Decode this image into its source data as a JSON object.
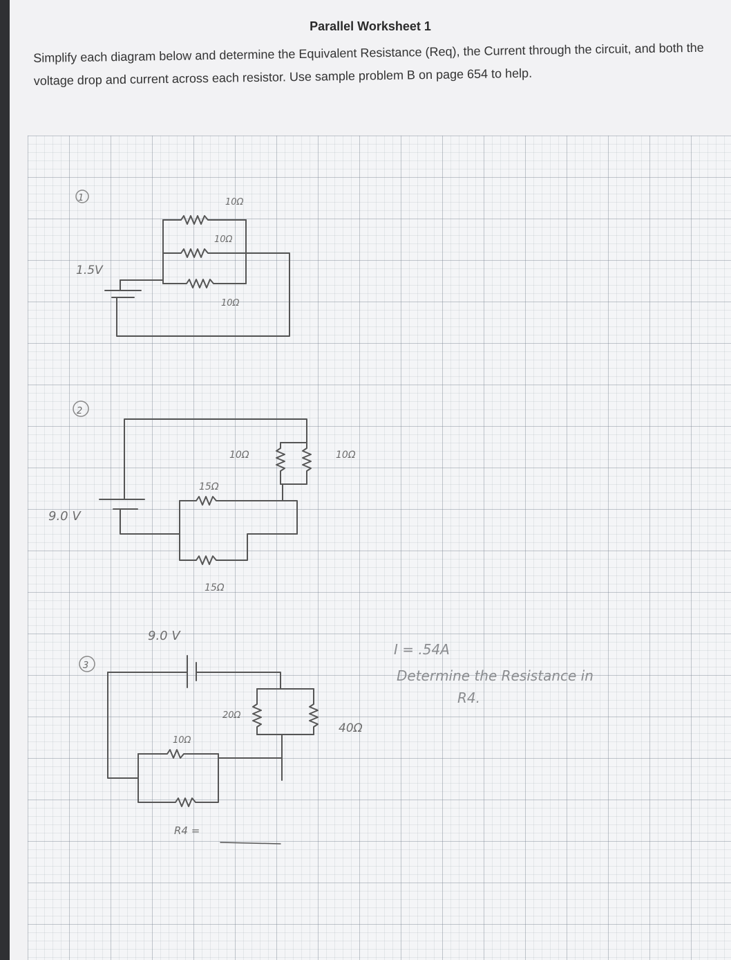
{
  "worksheet": {
    "title": "Parallel Worksheet 1",
    "instructions": "Simplify each diagram below and determine the Equivalent Resistance (Req), the Current through the circuit, and both the voltage drop and current across each resistor. Use sample problem B on page 654 to help."
  },
  "problems": [
    {
      "number": "1",
      "voltage": "1.5V",
      "resistors": [
        "10Ω",
        "10Ω",
        "10Ω"
      ]
    },
    {
      "number": "2",
      "voltage": "9.0 V",
      "resistors": [
        "10Ω",
        "10Ω",
        "15Ω",
        "15Ω"
      ]
    },
    {
      "number": "3",
      "voltage": "9.0 V",
      "resistors": [
        "10Ω",
        "20Ω",
        "40Ω"
      ],
      "unknown_label": "R4 =",
      "current_note": "I = .54A",
      "task_note_line1": "Determine the Resistance in",
      "task_note_line2": "R4."
    }
  ]
}
